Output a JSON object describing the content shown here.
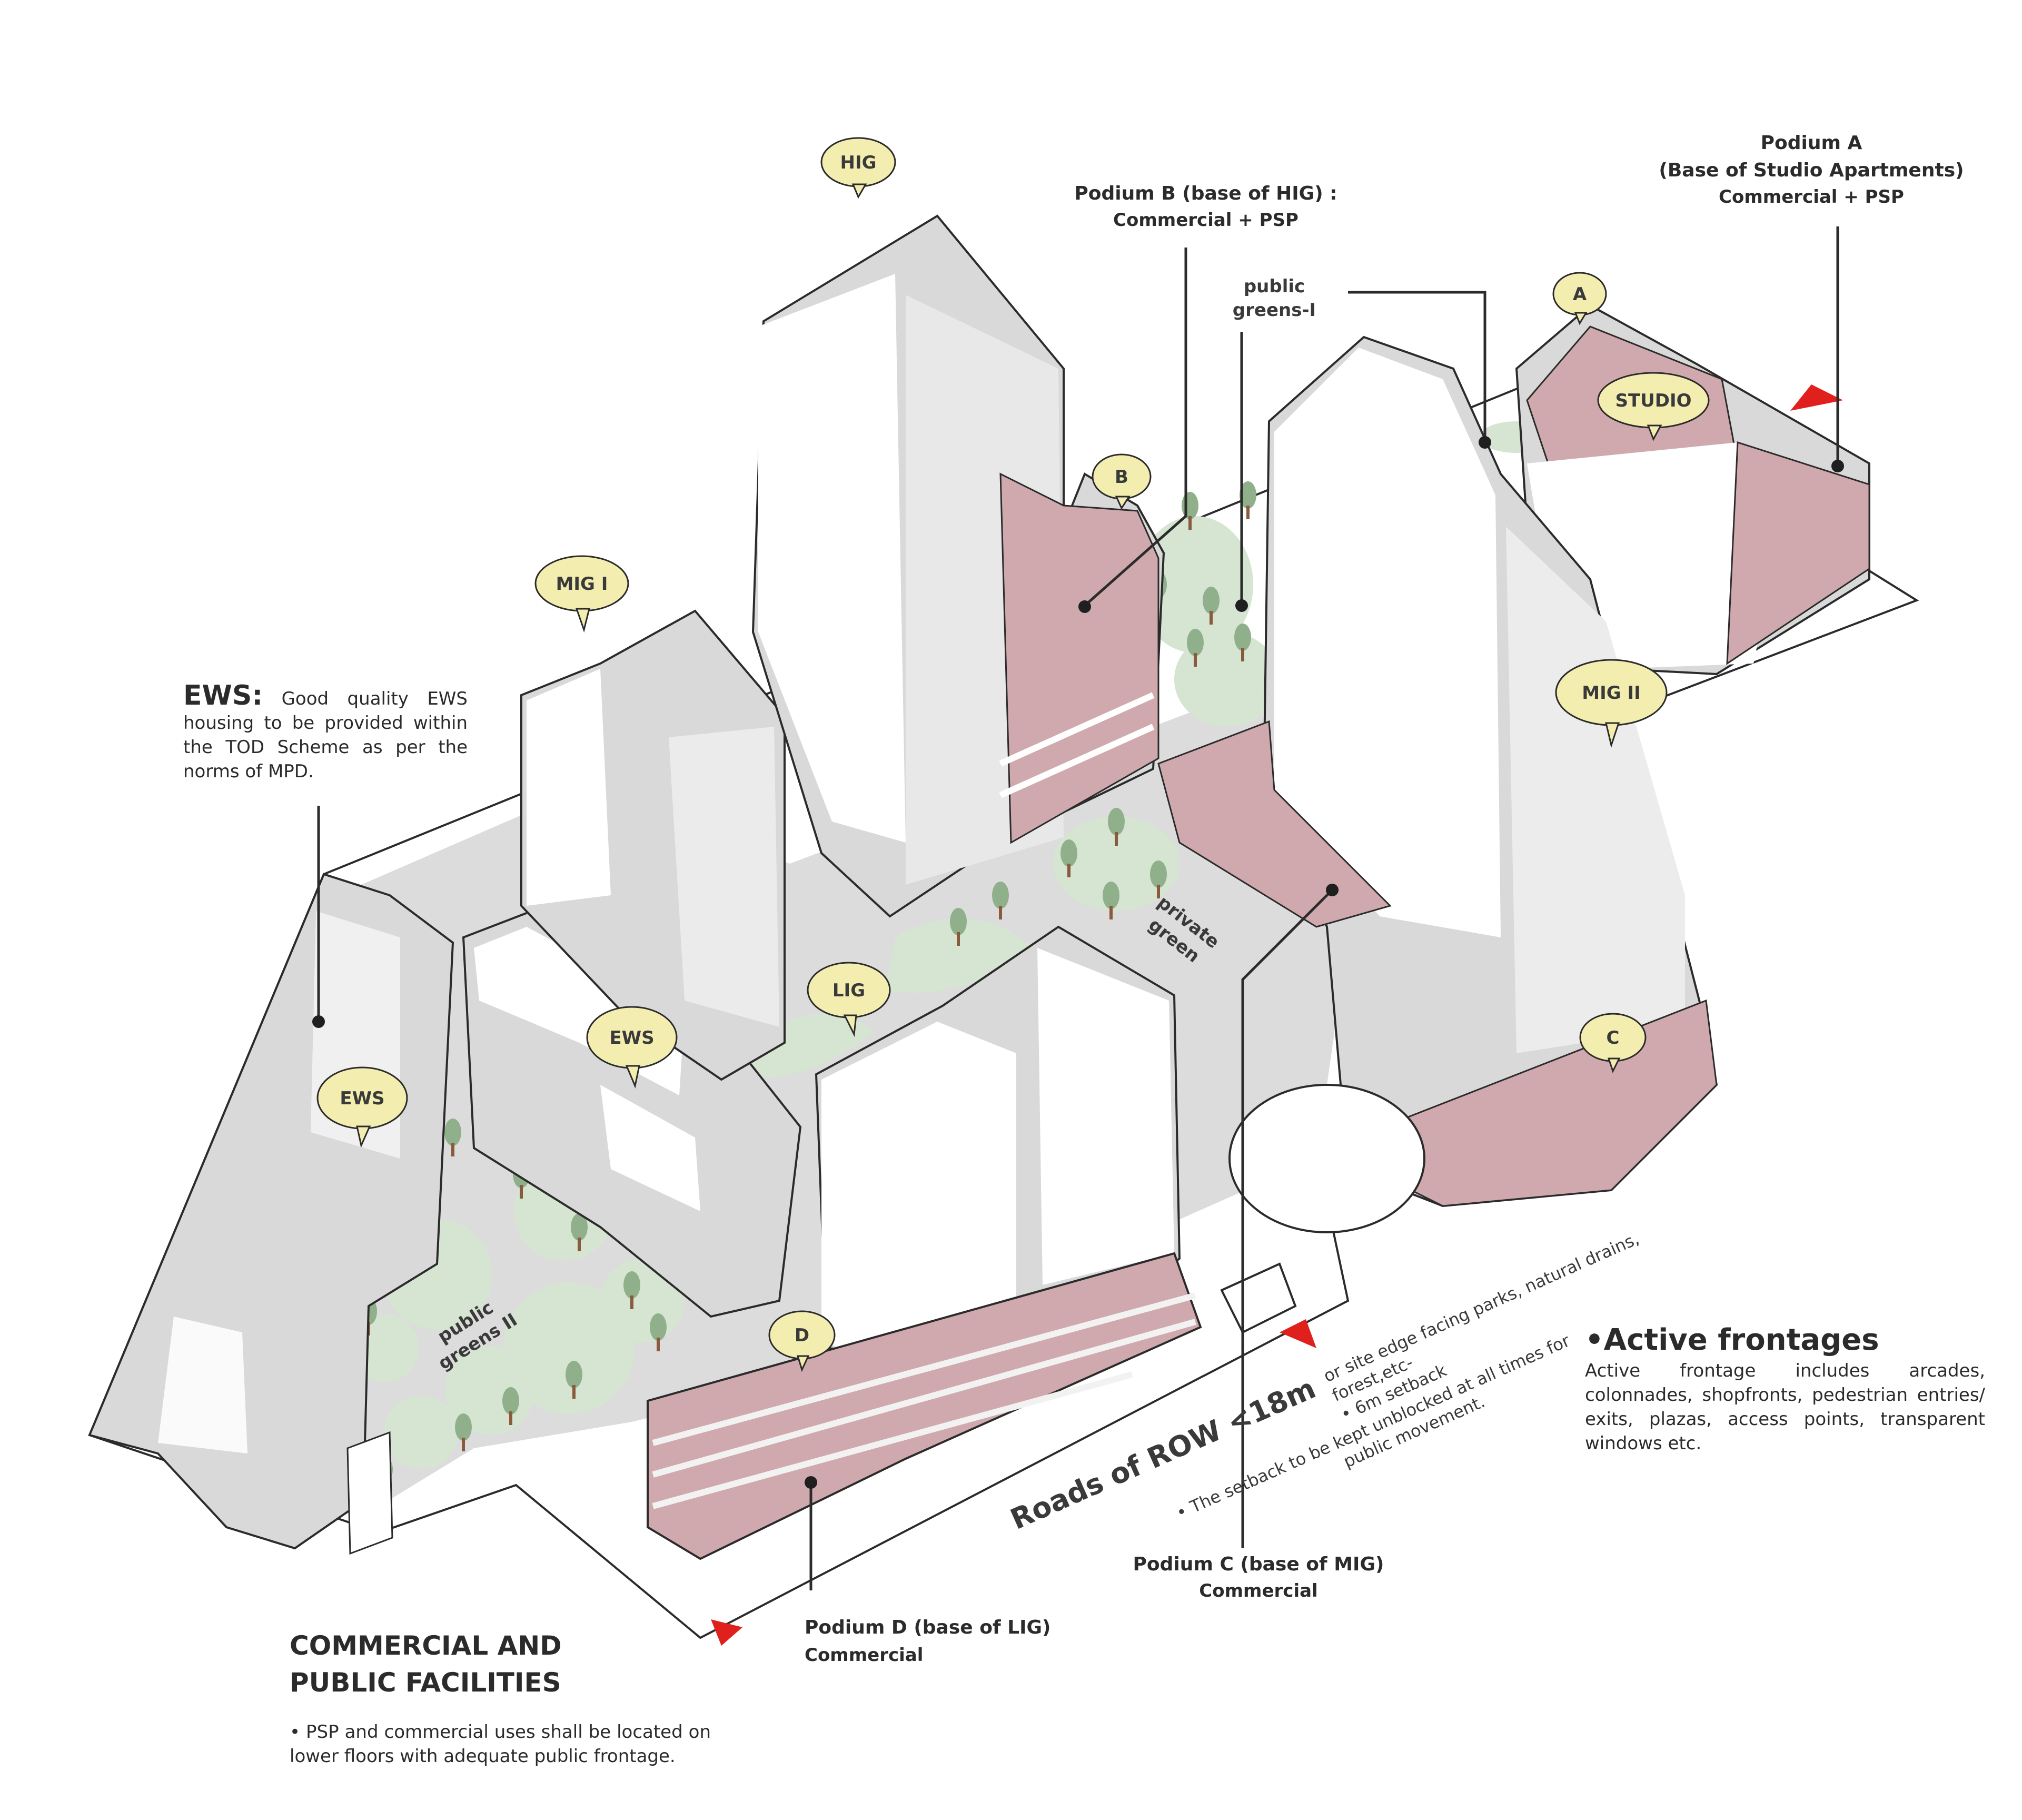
{
  "bubbles": {
    "hig": "HIG",
    "b": "B",
    "a": "A",
    "studio": "STUDIO",
    "mig1": "MIG I",
    "mig2": "MIG II",
    "ews1": "EWS",
    "ews2": "EWS",
    "lig": "LIG",
    "c": "C",
    "d": "D"
  },
  "greens": {
    "public_greens_1_a": "public",
    "public_greens_1_b": "greens-I",
    "private_green_a": "private",
    "private_green_b": "green",
    "public_greens_2_a": "public",
    "public_greens_2_b": "greens II"
  },
  "podium_a": {
    "title_1": "Podium A",
    "title_2": "(Base of Studio Apartments)",
    "use": "Commercial + PSP"
  },
  "podium_b": {
    "title": "Podium B (base of HIG) :",
    "use": "Commercial + PSP"
  },
  "podium_c": {
    "title": "Podium C (base of MIG)",
    "use": "Commercial"
  },
  "podium_d": {
    "title": "Podium D (base of LIG)",
    "use": "Commercial"
  },
  "ews_note": {
    "heading": "EWS:",
    "text": "Good quality EWS housing to be provided within the TOD Scheme as per the norms of MPD."
  },
  "active_frontages": {
    "heading": "•Active frontages",
    "text": "Active frontage includes arcades, colonnades, shopfronts, pedestrian entries/ exits, plazas, access points, transparent windows etc."
  },
  "commercial": {
    "heading_1": "COMMERCIAL AND",
    "heading_2": "PUBLIC FACILITIES",
    "text": "• PSP and commercial uses shall be located on lower floors with adequate public frontage."
  },
  "road": {
    "label": "Roads of ROW <18m",
    "note_1": "or site edge facing parks, natural drains,",
    "note_2": "forest,etc-",
    "note_3": "• 6m setback",
    "note_4": "• The setback to be kept unblocked at all times for",
    "note_5": "public movement."
  },
  "colors": {
    "podium": "#cfa9ad",
    "green": "#d5e5d2",
    "tree": "#8fb08a",
    "bubble": "#f3eeb0",
    "building": "#d9d9d9",
    "arrow": "#e0201c"
  }
}
